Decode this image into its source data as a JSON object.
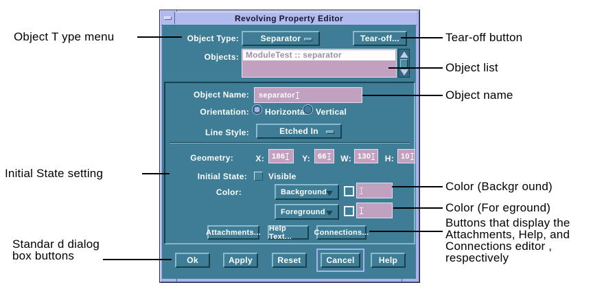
{
  "annotations": {
    "left": {
      "object_type_menu": "Object T ype menu",
      "initial_state_setting": "Initial State setting",
      "standard_dialog_l1": "Standar d dialog",
      "standard_dialog_l2": "box buttons"
    },
    "right": {
      "tear_off_button": "Tear-off button",
      "object_list": "Object list",
      "object_name": "Object name",
      "color_background": "Color (Backgr ound)",
      "color_foreground": "Color (For eground)",
      "buttons_l1": "Buttons that display the",
      "buttons_l2": "Attachments, Help, and",
      "buttons_l3": "Connections editor ,",
      "buttons_l4": "respectively"
    }
  },
  "window": {
    "title": "Revolving Property Editor",
    "object_type": {
      "label": "Object Type:",
      "value": "Separator"
    },
    "tear_off_label": "Tear-off...",
    "objects": {
      "label": "Objects:",
      "selected_item": "ModuleTest :: separator"
    },
    "object_name": {
      "label": "Object Name:",
      "value": "separator"
    },
    "orientation": {
      "label": "Orientation:",
      "option1": "Horizontal",
      "option2": "Vertical",
      "selected": "Horizontal"
    },
    "line_style": {
      "label": "Line Style:",
      "value": "Etched In"
    },
    "geometry": {
      "label": "Geometry:",
      "fields": [
        {
          "label": "X:",
          "value": "186"
        },
        {
          "label": "Y:",
          "value": "66"
        },
        {
          "label": "W:",
          "value": "130"
        },
        {
          "label": "H:",
          "value": "10"
        }
      ]
    },
    "initial_state": {
      "label": "Initial State:",
      "option": "Visible",
      "checked": false
    },
    "color": {
      "label": "Color:",
      "background_menu": "Background",
      "foreground_menu": "Foreground"
    },
    "editor_buttons": [
      "Attachments...",
      "Help Text...",
      "Connections..."
    ],
    "dialog_buttons": [
      "Ok",
      "Apply",
      "Reset",
      "Cancel",
      "Help"
    ],
    "default_button": "Cancel"
  },
  "colors": {
    "dialog_teal": "#3e7d95",
    "frame_lavender": "#aab4e8",
    "field_pink": "#c2a1c0",
    "bevel_light": "#8cbccb",
    "bevel_dark": "#17414f",
    "annotation_text": "#000000",
    "widget_text": "#ffffff"
  }
}
